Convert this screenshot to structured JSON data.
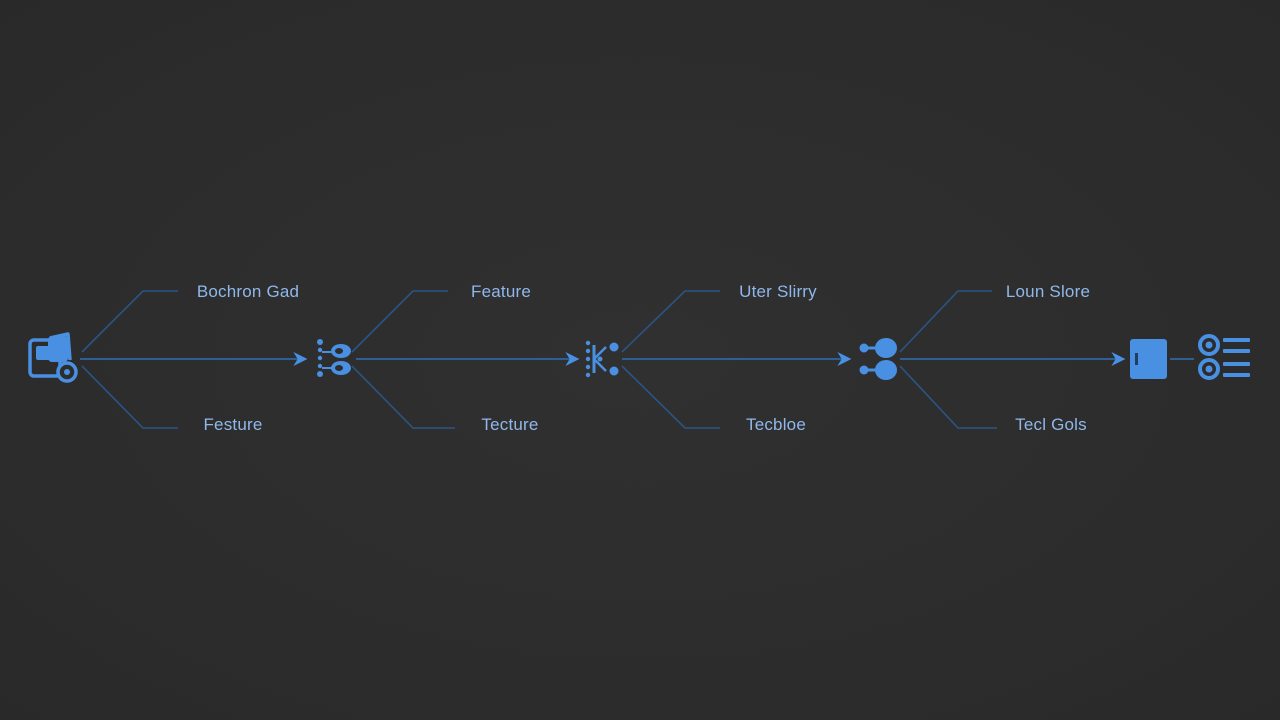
{
  "colors": {
    "background": "#2d2d2d",
    "line": "#2e5f94",
    "accent": "#4a90e2",
    "label": "#8fb8ea"
  },
  "nodes": [
    {
      "id": "start",
      "icon": "truck-gear-icon"
    },
    {
      "id": "stage-1",
      "icon": "branch-icon"
    },
    {
      "id": "stage-2",
      "icon": "hierarchy-icon"
    },
    {
      "id": "stage-3",
      "icon": "merge-icon"
    },
    {
      "id": "stage-4",
      "icon": "document-icon"
    },
    {
      "id": "end",
      "icon": "checklist-icon"
    }
  ],
  "labels": {
    "top": [
      "Bochron Gad",
      "Feature",
      "Uter Slirry",
      "Loun Slore"
    ],
    "bottom": [
      "Festure",
      "Tecture",
      "Tecbloe",
      "Tecl Gols"
    ]
  }
}
